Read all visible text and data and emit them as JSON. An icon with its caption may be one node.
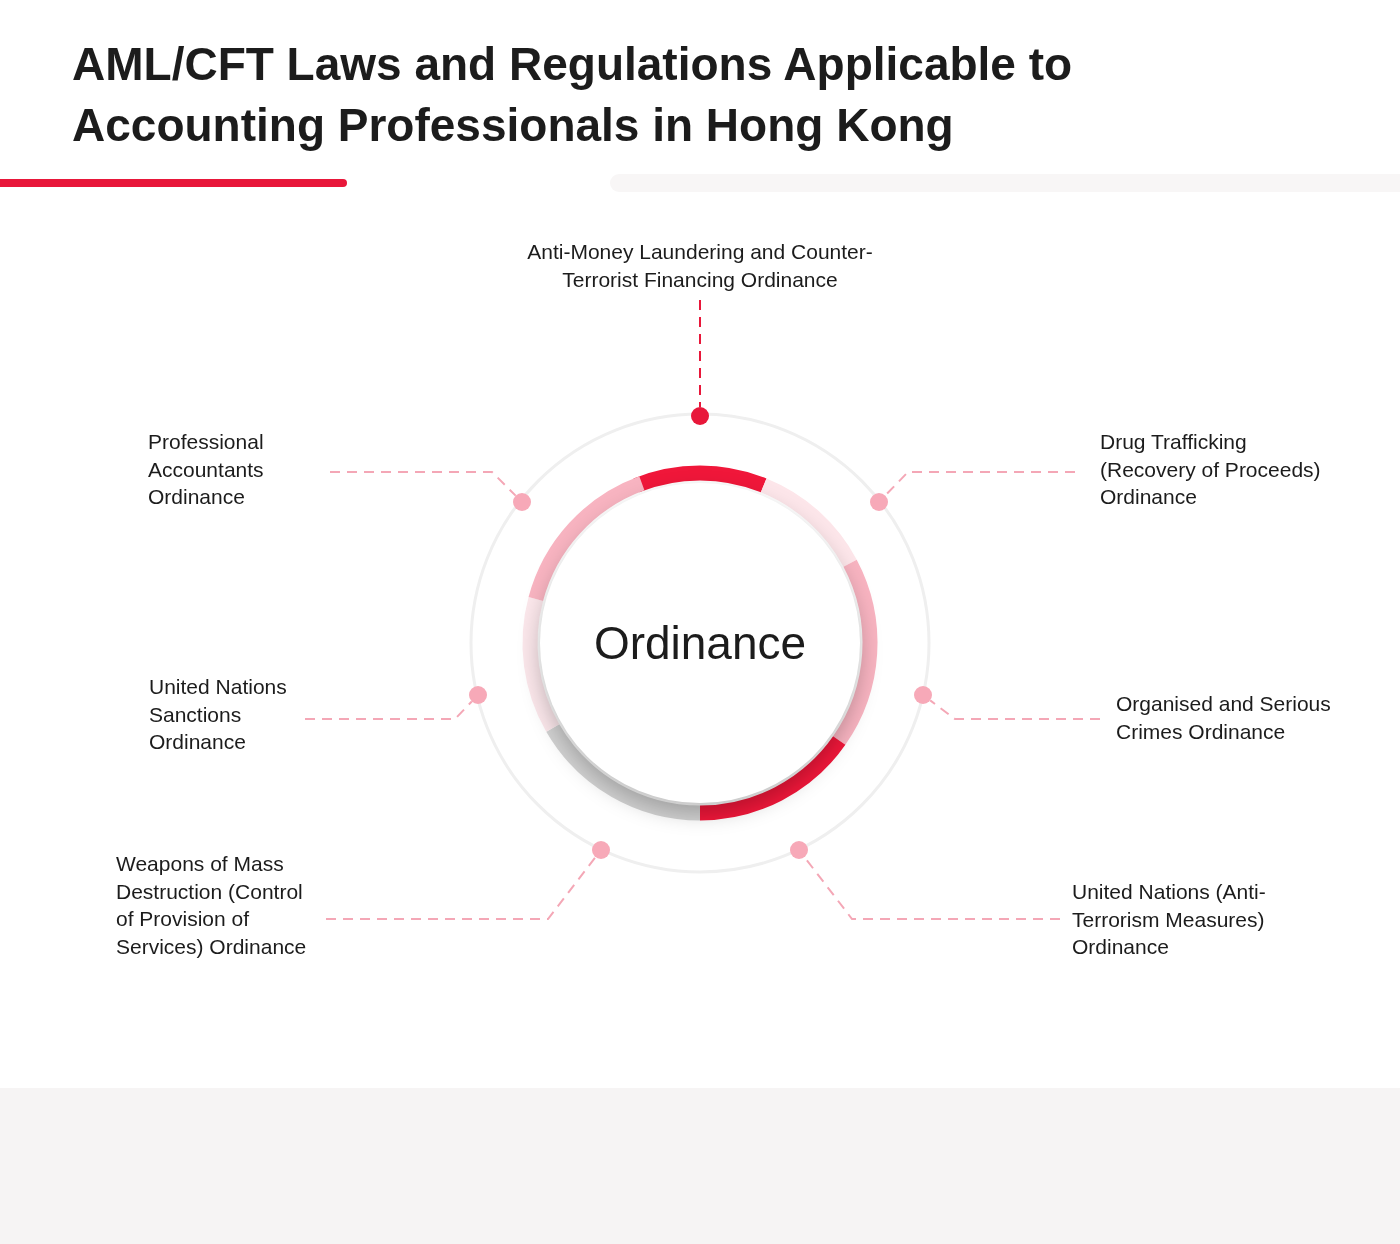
{
  "diagram": {
    "title": "AML/CFT Laws and Regulations Applicable to Accounting Professionals in Hong Kong",
    "nodes": [
      {
        "text": [
          "Ordinance"
        ]
      },
      {
        "text": [
          "Anti-Money Laundering and Counter-Terrorist Financing Ordinance"
        ]
      },
      {
        "text": [],
        "shape": "circle"
      },
      {
        "text": [
          "Professional Accountants Ordinance"
        ]
      },
      {
        "text": [],
        "shape": "circle"
      },
      {
        "text": [
          "Drug Trafficking (Recovery of Proceeds) Ordinance"
        ]
      },
      {
        "text": [],
        "shape": "circle"
      },
      {
        "text": [
          "United Nations Sanctions Ordinance"
        ]
      },
      {
        "text": [],
        "shape": "circle"
      },
      {
        "text": [
          "Organised and Serious Crimes Ordinance"
        ]
      },
      {
        "text": [],
        "shape": "circle"
      },
      {
        "text": [
          "Weapons of Mass Destruction (Control of Provision of Services) Ordinance"
        ]
      },
      {
        "text": [],
        "shape": "circle"
      },
      {
        "text": [
          "United Nations (Anti-Terrorism Measures) Ordinance"
        ]
      },
      {
        "text": [],
        "shape": "circle"
      }
    ],
    "edges": [
      {
        "from": 1,
        "to": 2,
        "arrow": "none",
        "style": "dashed",
        "color": "#e8173a"
      },
      {
        "from": 3,
        "to": 4,
        "arrow": "none",
        "style": "dashed"
      },
      {
        "from": 5,
        "to": 6,
        "arrow": "none",
        "style": "dashed"
      },
      {
        "from": 7,
        "to": 8,
        "arrow": "none",
        "style": "dashed"
      },
      {
        "from": 9,
        "to": 10,
        "arrow": "none",
        "style": "dashed"
      },
      {
        "from": 11,
        "to": 12,
        "arrow": "none",
        "style": "dashed"
      },
      {
        "from": 13,
        "to": 14,
        "arrow": "none",
        "style": "dashed"
      }
    ]
  }
}
